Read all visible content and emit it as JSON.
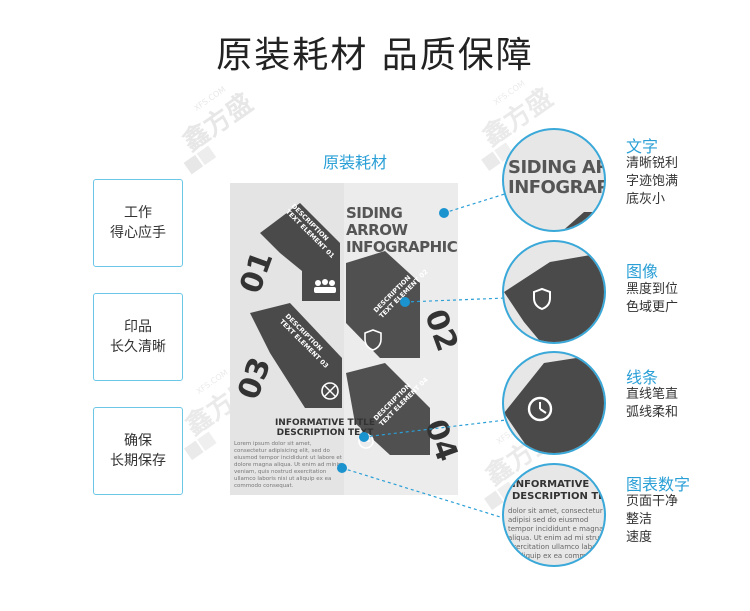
{
  "title": "原装耗材  品质保障",
  "left_features": [
    {
      "line1": "工作",
      "line2": "得心应手"
    },
    {
      "line1": "印品",
      "line2": "长久清晰"
    },
    {
      "line1": "确保",
      "line2": "长期保存"
    }
  ],
  "sheet": {
    "caption": "原装耗材",
    "heading_line1": "SIDING ARROW",
    "heading_line2": "INFOGRAPHIC",
    "numbers": [
      "01",
      "02",
      "03",
      "04"
    ],
    "desc_lines": [
      [
        "DESCRIPTION",
        "TEXT ELEMENT 01"
      ],
      [
        "DESCRIPTION",
        "TEXT ELEMENT 02"
      ],
      [
        "DESCRIPTION",
        "TEXT ELEMENT 03"
      ],
      [
        "DESCRIPTION",
        "TEXT ELEMENT 04"
      ]
    ],
    "info_title_line1": "INFORMATIVE TITLE",
    "info_title_line2": "DESCRIPTION TEXT",
    "lorem": "Lorem ipsum dolor sit amet, consectetur adipisicing elit, sed do eiusmod tempor incididunt ut labore et dolore magna aliqua. Ut enim ad minim veniam, quis nostrud exercitation ullamco laboris nisi ut aliquip ex ea commodo consequat."
  },
  "zoom": {
    "c1_line1": "SIDING ARROW",
    "c1_line2": "INFOGRAPHIC",
    "c4_title1": "INFORMATIVE TITLE",
    "c4_title2": "DESCRIPTION TEX",
    "c4_lorem": "dolor sit amet, consectetur adipisi sed do eiusmod tempor incididunt e magna aliqua. Ut enim ad mi strud exercitation ullamco labor ut aliquip ex ea commodo conseq"
  },
  "right_features": [
    {
      "title": "文字",
      "lines": [
        "清晰锐利",
        "字迹饱满",
        "底灰小"
      ]
    },
    {
      "title": "图像",
      "lines": [
        "黑度到位",
        "色域更广"
      ]
    },
    {
      "title": "线条",
      "lines": [
        "直线笔直",
        "弧线柔和"
      ]
    },
    {
      "title": "图表数字",
      "lines": [
        "页面干净",
        "整洁",
        "速度"
      ]
    }
  ],
  "watermark": "鑫方盛",
  "watermark_url": "XFS.COM",
  "colors": {
    "accent": "#2a9fd6",
    "border": "#6cc6e6",
    "dot": "#1b93cf",
    "arrow_dark": "#4a4a4a"
  }
}
